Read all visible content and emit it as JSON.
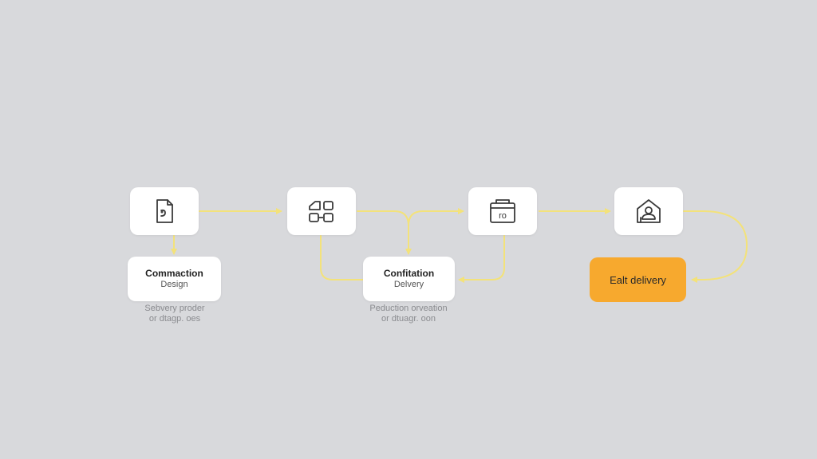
{
  "colors": {
    "background": "#d8d9dc",
    "connector": "#f3e27a",
    "accent": "#f7a92e",
    "icon_stroke": "#3a3a3a"
  },
  "nodes": [
    {
      "id": "step-1",
      "icon": "document-icon"
    },
    {
      "id": "step-2",
      "icon": "component-grid-icon"
    },
    {
      "id": "step-3",
      "icon": "calendar-icon",
      "icon_text": "ro"
    },
    {
      "id": "step-4",
      "icon": "home-user-icon"
    }
  ],
  "labels": {
    "design": {
      "title": "Commaction",
      "subtitle": "Design"
    },
    "confirmation": {
      "title": "Confitation",
      "subtitle": "Delvery"
    },
    "delivery": {
      "title": "Ealt delivery"
    }
  },
  "captions": {
    "left": {
      "line1": "Sebvery proder",
      "line2": "or dtagp. oes"
    },
    "middle": {
      "line1": "Peduction orveation",
      "line2": "or dtuagr. oon"
    }
  }
}
